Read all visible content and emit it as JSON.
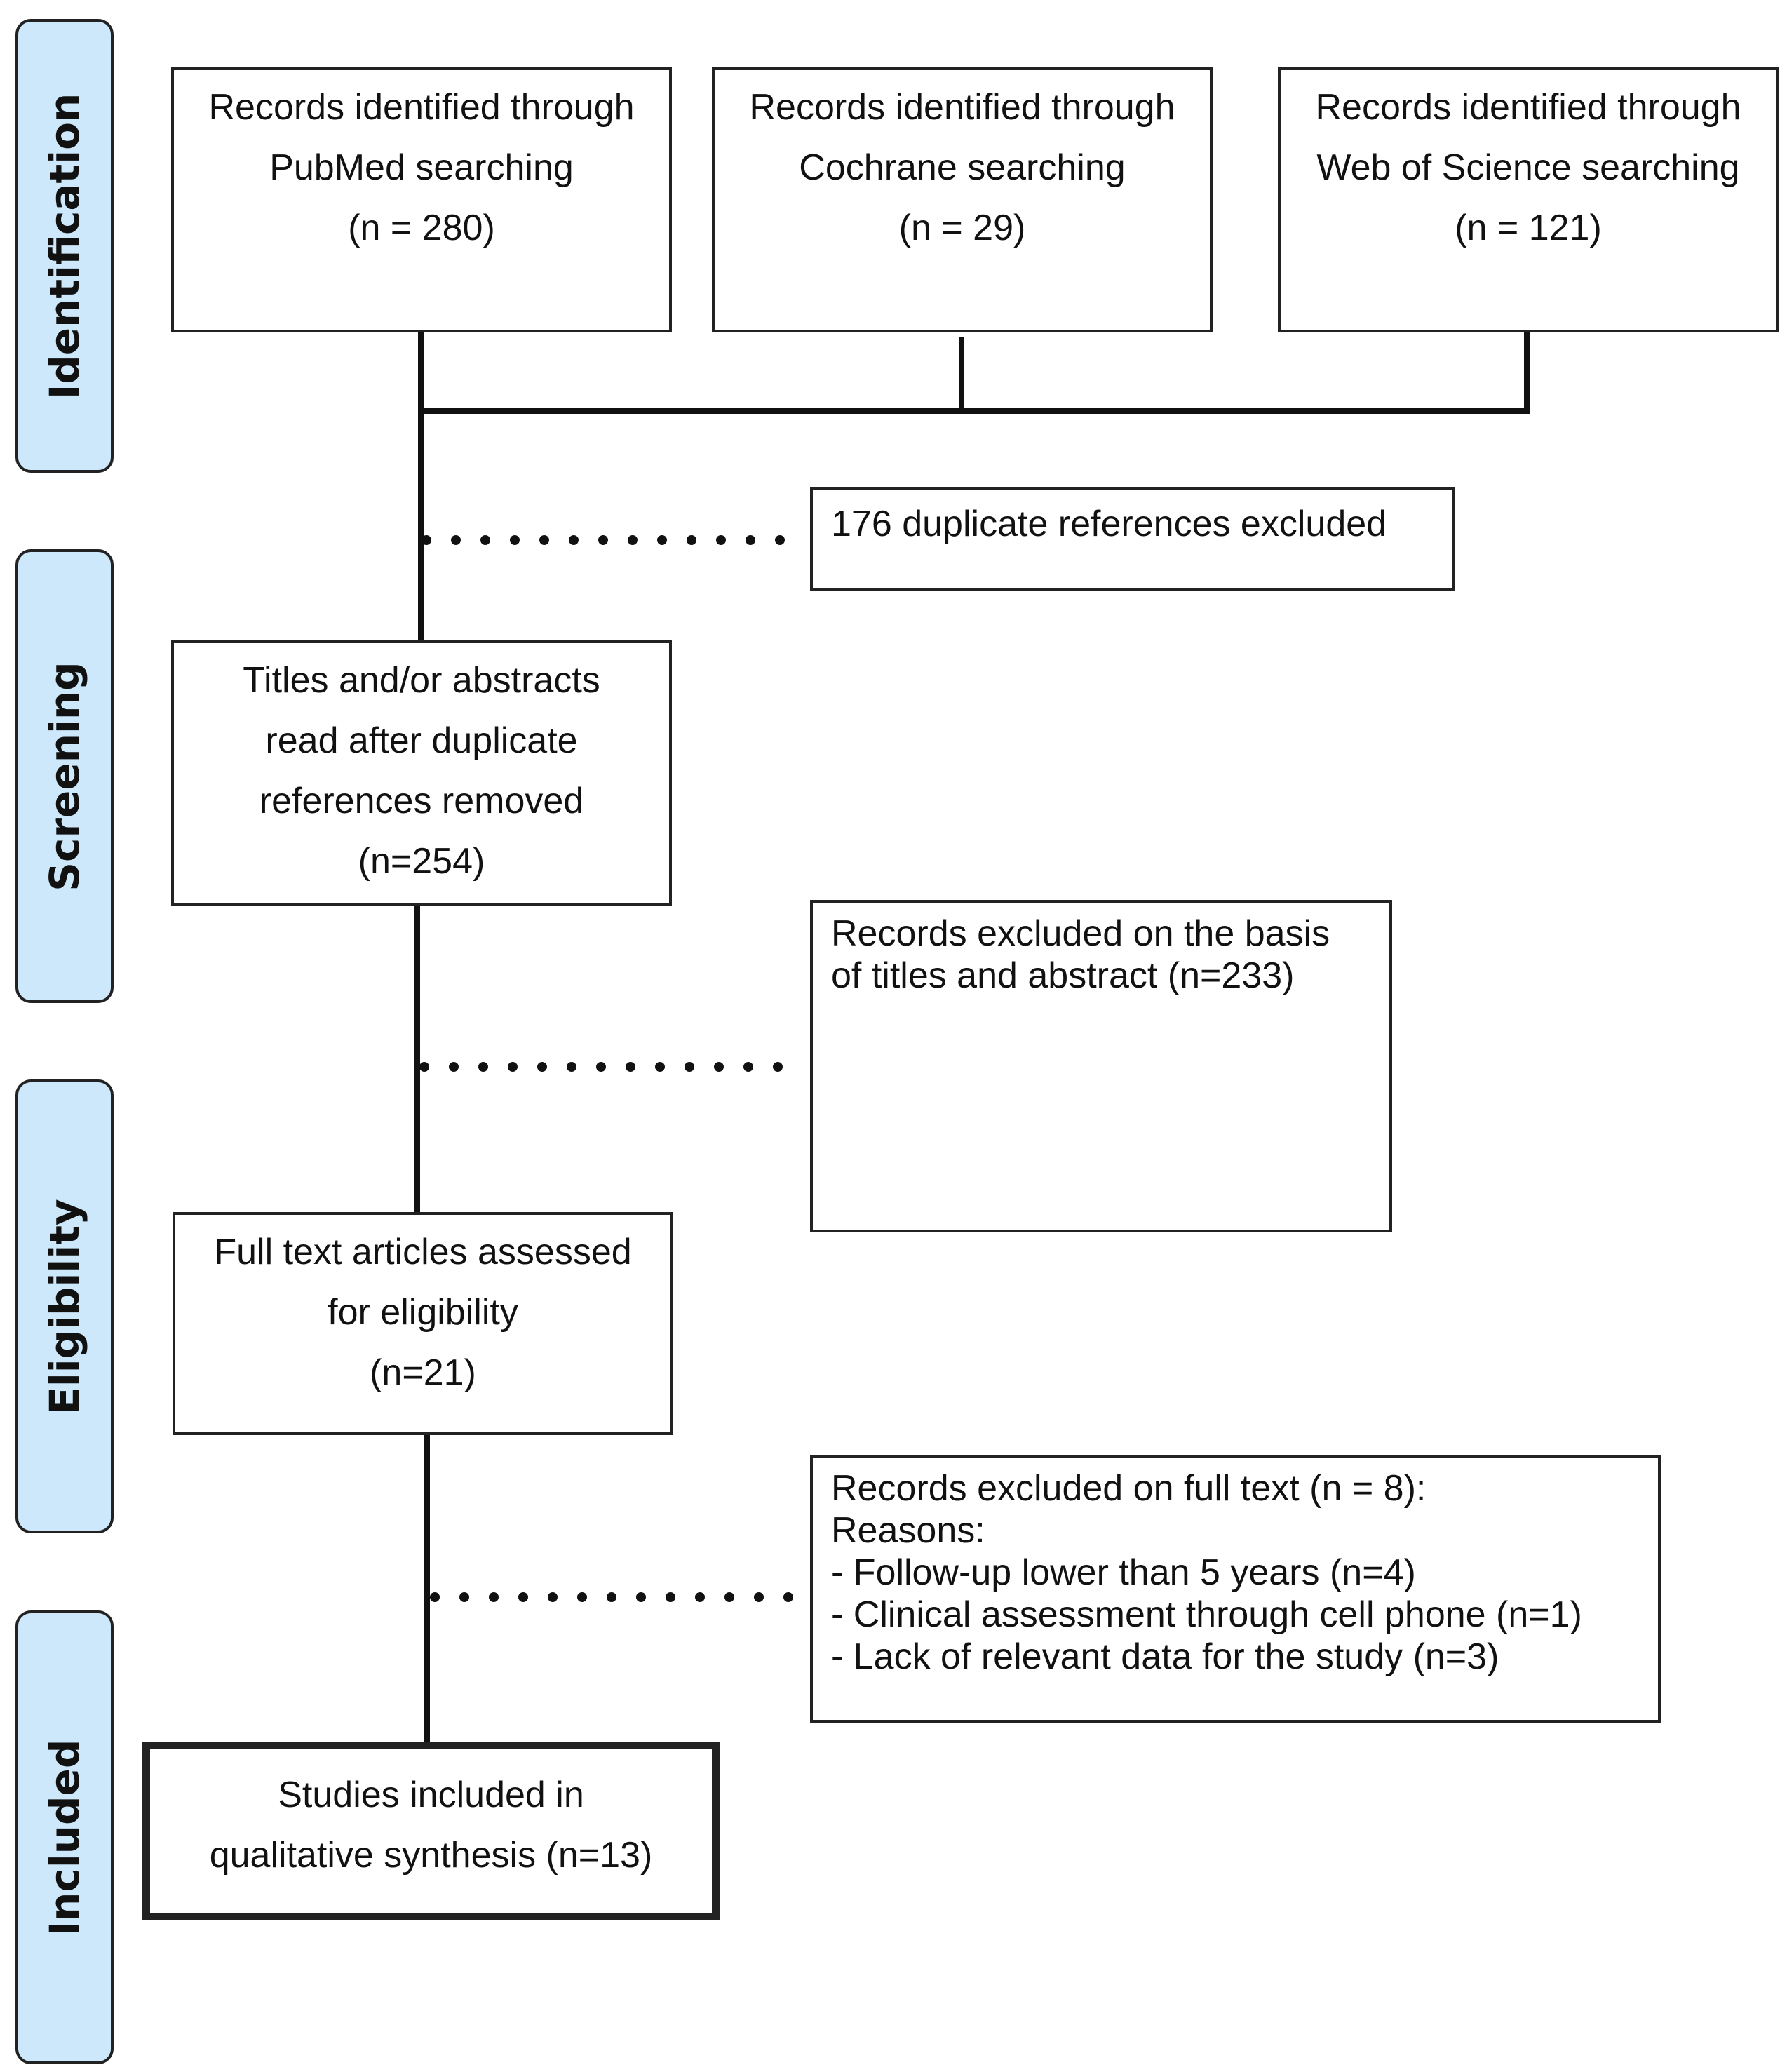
{
  "phases": [
    {
      "label": "Identification"
    },
    {
      "label": "Screening"
    },
    {
      "label": "Eligibility"
    },
    {
      "label": "Included"
    }
  ],
  "boxes": {
    "pubmed": {
      "lines": [
        "Records identified through",
        "PubMed searching",
        "(n = 280)"
      ]
    },
    "cochrane": {
      "lines": [
        "Records identified through",
        "Cochrane searching",
        "(n = 29)"
      ]
    },
    "wos": {
      "lines": [
        "Records identified through",
        "Web of Science searching",
        "(n = 121)"
      ]
    },
    "duplicates": {
      "lines": [
        "176 duplicate references excluded"
      ]
    },
    "screened": {
      "lines": [
        "Titles and/or abstracts",
        "read after duplicate",
        "references removed",
        "(n=254)"
      ]
    },
    "excluded_titles": {
      "lines": [
        "Records excluded on the basis",
        "of titles and abstract (n=233)"
      ]
    },
    "fulltext": {
      "lines": [
        "Full text articles assessed",
        "for eligibility",
        "(n=21)"
      ]
    },
    "excluded_fulltext": {
      "lines": [
        "Records excluded on full text (n = 8):",
        "Reasons:",
        "- Follow-up lower than 5 years (n=4)",
        "- Clinical assessment through cell phone (n=1)",
        "- Lack of relevant data for the study (n=3)"
      ]
    },
    "included": {
      "lines": [
        "Studies included in",
        "qualitative synthesis (n=13)"
      ]
    }
  }
}
